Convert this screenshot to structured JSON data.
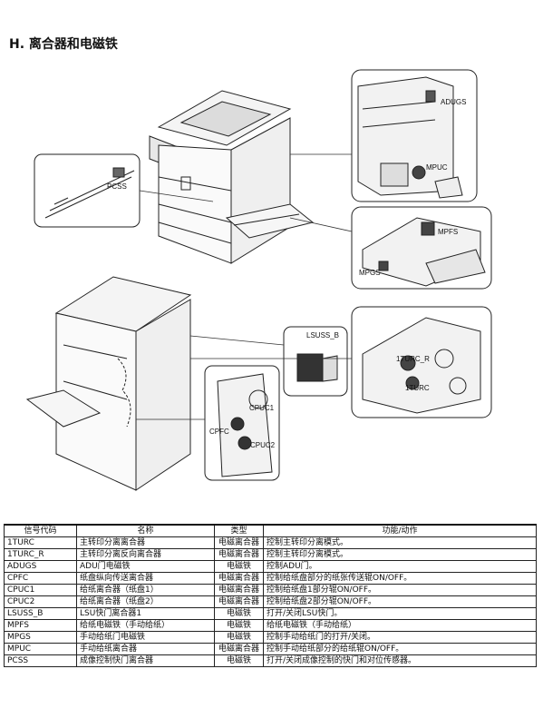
{
  "section_title": "H. 离合器和电磁铁",
  "callouts": {
    "adugs": "ADUGS",
    "mpuc": "MPUC",
    "pcss": "PCSS",
    "mpfs": "MPFS",
    "mpgs": "MPGS",
    "lsuss_b": "LSUSS_B",
    "turc_r": "1TURC_R",
    "turc": "1TURC",
    "cpuc1": "CPUC1",
    "cpfc": "CPFC",
    "cpuc2": "CPUC2"
  },
  "table": {
    "headers": [
      "信号代码",
      "名称",
      "类型",
      "功能/动作"
    ],
    "rows": [
      [
        "1TURC",
        "主转印分离离合器",
        "电磁离合器",
        "控制主转印分离模式。"
      ],
      [
        "1TURC_R",
        "主转印分离反向离合器",
        "电磁离合器",
        "控制主转印分离模式。"
      ],
      [
        "ADUGS",
        "ADU门电磁铁",
        "电磁铁",
        "控制ADU门。"
      ],
      [
        "CPFC",
        "纸盘纵向传送离合器",
        "电磁离合器",
        "控制给纸盘部分的纸张传送辊ON/OFF。"
      ],
      [
        "CPUC1",
        "给纸离合器（纸盘1）",
        "电磁离合器",
        "控制给纸盘1部分辊ON/OFF。"
      ],
      [
        "CPUC2",
        "给纸离合器（纸盘2）",
        "电磁离合器",
        "控制给纸盘2部分辊ON/OFF。"
      ],
      [
        "LSUSS_B",
        "LSU快门离合器1",
        "电磁铁",
        "打开/关闭LSU快门。"
      ],
      [
        "MPFS",
        "给纸电磁铁（手动给纸）",
        "电磁铁",
        "给纸电磁铁（手动给纸）"
      ],
      [
        "MPGS",
        "手动给纸门电磁铁",
        "电磁铁",
        "控制手动给纸门的打开/关闭。"
      ],
      [
        "MPUC",
        "手动给纸离合器",
        "电磁离合器",
        "控制手动给纸部分的给纸辊ON/OFF。"
      ],
      [
        "PCSS",
        "成像控制快门离合器",
        "电磁铁",
        "打开/关闭成像控制的快门和对位传感器。"
      ]
    ]
  }
}
